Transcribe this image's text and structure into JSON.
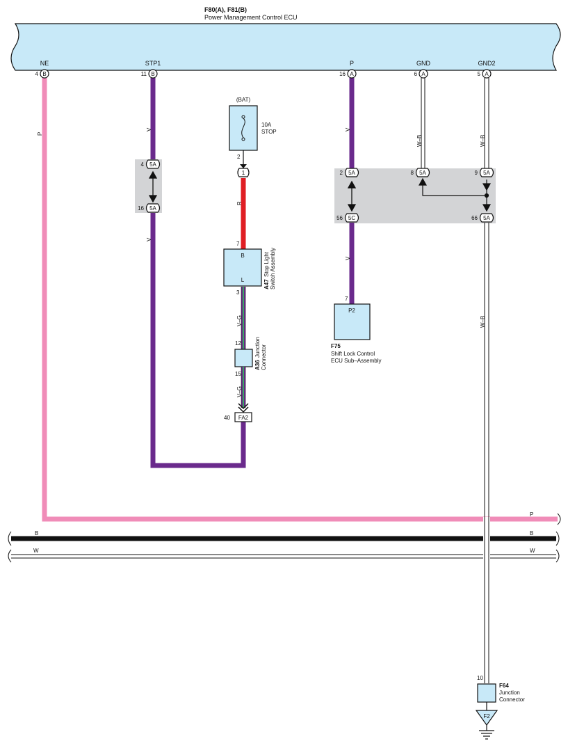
{
  "ecu": {
    "code": "F80(A), F81(B)",
    "name": "Power Management Control ECU",
    "pins": [
      {
        "label": "NE",
        "num": "4",
        "conn": "B"
      },
      {
        "label": "STP1",
        "num": "11",
        "conn": "B"
      },
      {
        "label": "P",
        "num": "16",
        "conn": "A"
      },
      {
        "label": "GND",
        "num": "6",
        "conn": "A"
      },
      {
        "label": "GND2",
        "num": "5",
        "conn": "A"
      }
    ]
  },
  "wire_colors": {
    "P": "P",
    "V": "V",
    "R": "R",
    "VG": "V–G",
    "WB": "W–B",
    "B": "B",
    "W": "W"
  },
  "colors": {
    "pink": "#f08cb8",
    "violet": "#6a2a8c",
    "red": "#e01e24",
    "black": "#111111",
    "component_fill": "#c8e9f8",
    "ecu_fill": "#c8e9f8",
    "splice_fill": "#d3d4d6"
  },
  "fuse": {
    "source": "(BAT)",
    "rating": "10A",
    "name": "STOP",
    "pin": "2"
  },
  "j_conn_1": "1",
  "a47": {
    "code": "A47",
    "line1": "Stop Light",
    "line2": "Switch Assembly",
    "terminal_b": "B",
    "terminal_l": "L",
    "pin_in": "7",
    "pin_out": "3"
  },
  "a36": {
    "code": "A36",
    "line1": "Junction",
    "line2": "Connector",
    "pin_in": "12",
    "pin_out": "15"
  },
  "fa2": {
    "label": "FA2",
    "pin": "40"
  },
  "splice_left": [
    {
      "num": "4",
      "conn": "5A"
    },
    {
      "num": "16",
      "conn": "5A"
    }
  ],
  "splice_right": [
    {
      "num": "2",
      "conn": "5A"
    },
    {
      "num": "8",
      "conn": "5A"
    },
    {
      "num": "9",
      "conn": "5A"
    },
    {
      "num": "56",
      "conn": "5C"
    },
    {
      "num": "66",
      "conn": "5A"
    }
  ],
  "f75": {
    "code": "F75",
    "line1": "Shift Lock Control",
    "line2": "ECU Sub–Assembly",
    "terminal": "P2",
    "pin": "7"
  },
  "f64": {
    "code": "F64",
    "line1": "Junction",
    "line2": "Connector",
    "pin": "10"
  },
  "ground": {
    "label": "F2"
  }
}
